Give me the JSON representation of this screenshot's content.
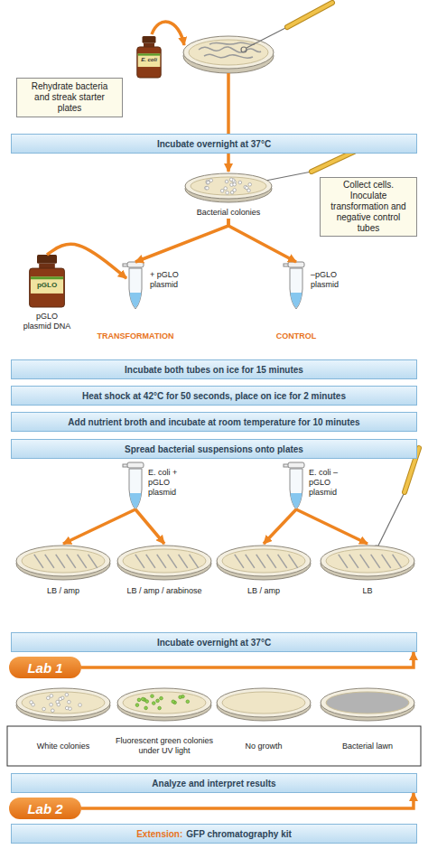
{
  "diagram": {
    "nodes": [
      {
        "text": [
          "Rehydrate bacteria and streak starter plates"
        ]
      },
      {
        "text": [
          "E. coli"
        ]
      },
      {
        "text": [
          "Incubate overnight at 37°C"
        ]
      },
      {
        "text": [
          "Bacterial colonies"
        ]
      },
      {
        "text": [
          "Collect cells. Inoculate transformation and negative control tubes"
        ]
      },
      {
        "text": [
          "pGLO",
          "pGLO plasmid DNA"
        ]
      },
      {
        "text": [
          "+ pGLO plasmid",
          "TRANSFORMATION"
        ]
      },
      {
        "text": [
          "–pGLO plasmid",
          "CONTROL"
        ]
      },
      {
        "text": [
          "Incubate both tubes on ice for 15 minutes"
        ]
      },
      {
        "text": [
          "Heat shock at 42°C for 50 seconds, place on ice for 2 minutes"
        ]
      },
      {
        "text": [
          "Add nutrient broth and incubate at room temperature for 10 minutes"
        ]
      },
      {
        "text": [
          "Spread bacterial suspensions onto plates"
        ]
      },
      {
        "text": [
          "E. coli + pGLO plasmid"
        ]
      },
      {
        "text": [
          "E. coli –pGLO plasmid"
        ]
      },
      {
        "text": [
          "LB / amp"
        ]
      },
      {
        "text": [
          "LB / amp / arabinose"
        ]
      },
      {
        "text": [
          "LB / amp"
        ]
      },
      {
        "text": [
          "LB"
        ]
      },
      {
        "text": [
          "Incubate overnight at 37°C"
        ]
      },
      {
        "text": [
          "Lab 1"
        ]
      },
      {
        "text": [
          "White colonies"
        ]
      },
      {
        "text": [
          "Fluorescent green colonies under UV light"
        ]
      },
      {
        "text": [
          "No growth"
        ]
      },
      {
        "text": [
          "Bacterial lawn"
        ]
      },
      {
        "text": [
          "Analyze and interpret results"
        ]
      },
      {
        "text": [
          "Lab 2"
        ]
      },
      {
        "text": [
          "Extension:",
          "GFP chromatography kit"
        ]
      }
    ],
    "edges": [
      {
        "from": 2,
        "to": 3,
        "arrow": "to"
      },
      {
        "from": 3,
        "to": 6,
        "arrow": "to"
      },
      {
        "from": 3,
        "to": 7,
        "arrow": "to"
      },
      {
        "from": 5,
        "to": 6,
        "arrow": "to"
      },
      {
        "from": 12,
        "to": 14,
        "arrow": "to"
      },
      {
        "from": 12,
        "to": 15,
        "arrow": "to"
      },
      {
        "from": 13,
        "to": 16,
        "arrow": "to"
      },
      {
        "from": 13,
        "to": 17,
        "arrow": "to"
      },
      {
        "from": 19,
        "to": 18,
        "arrow": "to"
      },
      {
        "from": 25,
        "to": 24,
        "arrow": "to"
      }
    ]
  }
}
